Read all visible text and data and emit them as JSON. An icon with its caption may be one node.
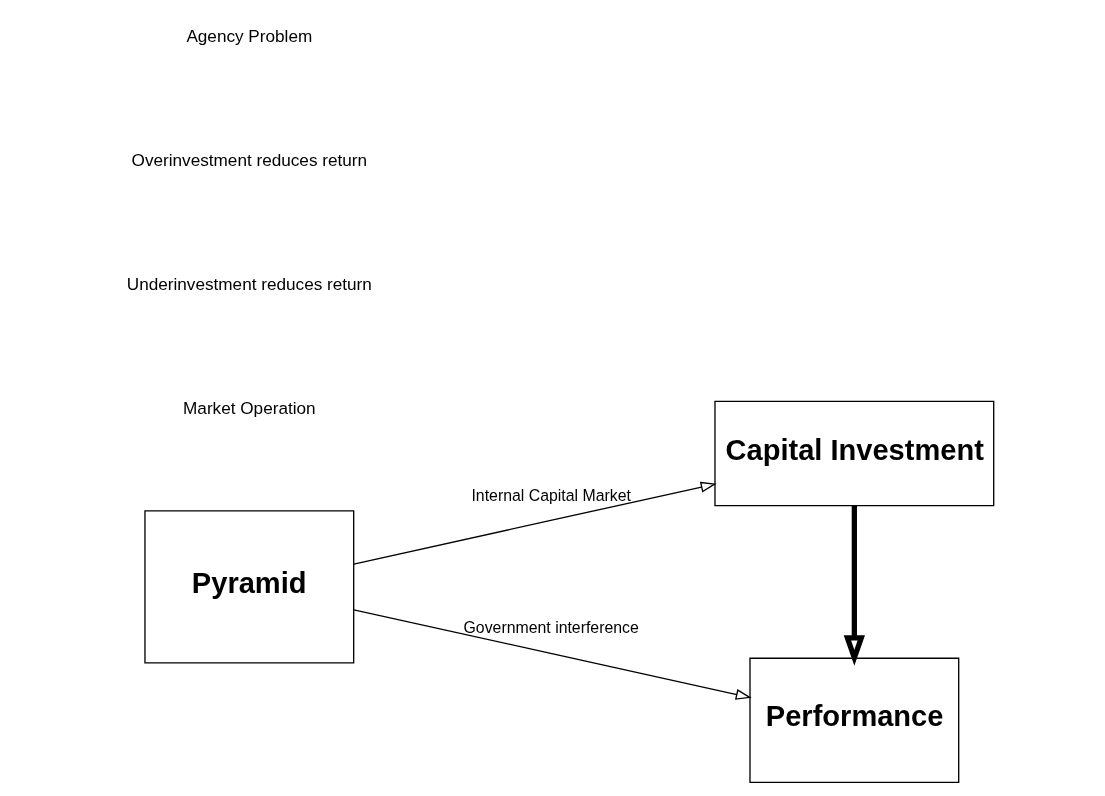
{
  "diagram": {
    "nodes": [
      {
        "text": [
          "Pyramid"
        ]
      },
      {
        "text": [
          "Capital Investment"
        ]
      },
      {
        "text": [
          "Performance"
        ]
      }
    ],
    "edges": [
      {
        "from": 0,
        "to": 1,
        "arrow": "to",
        "label": "Internal Capital Market"
      },
      {
        "from": 1,
        "to": 2,
        "arrow": "to",
        "style": "thick"
      },
      {
        "from": 0,
        "to": 2,
        "arrow": "to",
        "label": "Government interference"
      }
    ],
    "labels": [
      "Market Operation",
      "Underinvestment reduces return",
      "Overinvestment reduces return",
      "Agency Problem"
    ]
  }
}
